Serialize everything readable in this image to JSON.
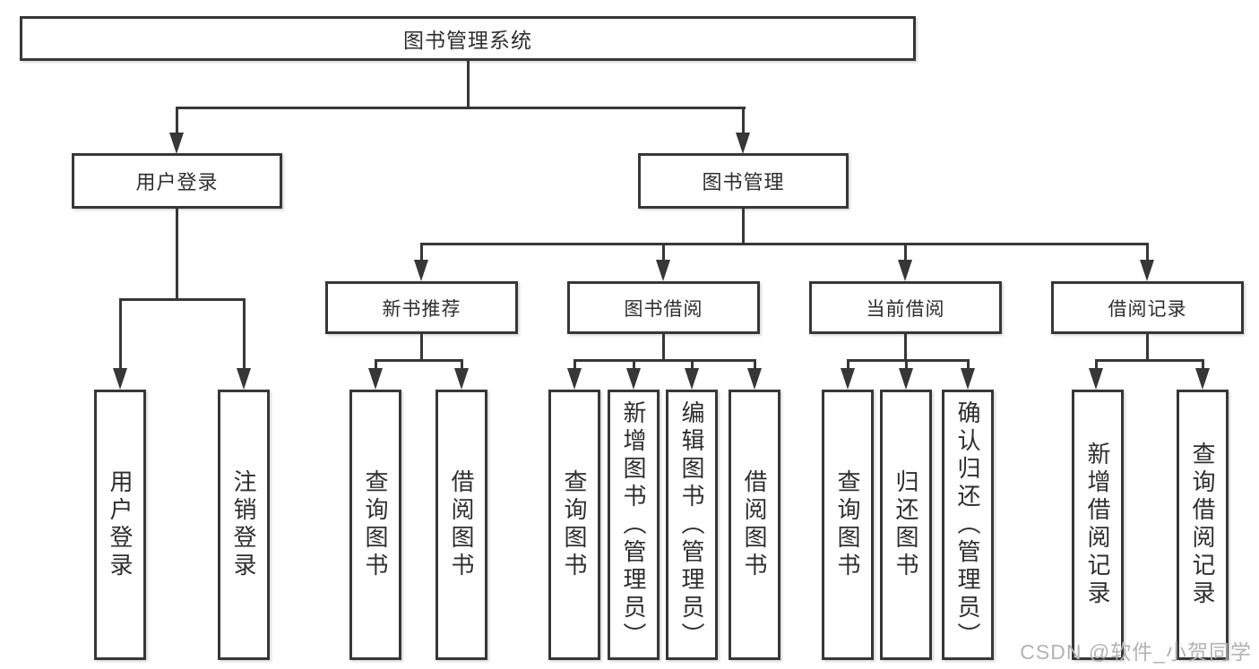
{
  "colors": {
    "line": "#373737",
    "text": "#2e2e2e",
    "background": "#ffffff",
    "watermark_text": "#b3b3b3"
  },
  "diagram": {
    "root": "图书管理系统",
    "branches": [
      {
        "label": "用户登录",
        "children": [
          "用户登录",
          "注销登录"
        ]
      },
      {
        "label": "图书管理",
        "children": [
          {
            "label": "新书推荐",
            "children": [
              "查询图书",
              "借阅图书"
            ]
          },
          {
            "label": "图书借阅",
            "children": [
              "查询图书",
              "新增图书（管理员）",
              "编辑图书（管理员）",
              "借阅图书"
            ]
          },
          {
            "label": "当前借阅",
            "children": [
              "查询图书",
              "归还图书",
              "确认归还（管理员）"
            ]
          },
          {
            "label": "借阅记录",
            "children": [
              "新增借阅记录",
              "查询借阅记录"
            ]
          }
        ]
      }
    ]
  },
  "watermark": "CSDN @软件_小贺同学"
}
